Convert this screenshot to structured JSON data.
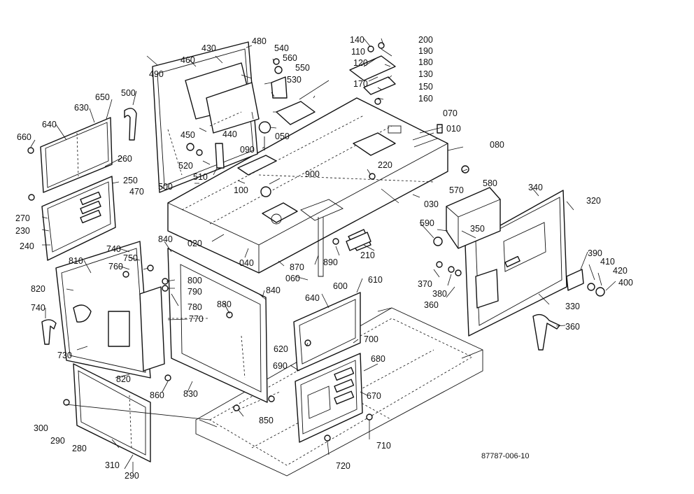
{
  "diagram": {
    "drawing_code": "87787-006-10",
    "callouts": [
      "010",
      "020",
      "030",
      "040",
      "050",
      "060",
      "070",
      "080",
      "090",
      "100",
      "110",
      "120",
      "130",
      "140",
      "150",
      "160",
      "170",
      "180",
      "190",
      "200",
      "210",
      "220",
      "230",
      "240",
      "250",
      "260",
      "270",
      "280",
      "290",
      "300",
      "310",
      "320",
      "330",
      "340",
      "350",
      "360",
      "370",
      "380",
      "390",
      "400",
      "410",
      "420",
      "430",
      "440",
      "450",
      "460",
      "470",
      "480",
      "490",
      "500",
      "510",
      "520",
      "530",
      "540",
      "550",
      "560",
      "570",
      "580",
      "590",
      "600",
      "610",
      "620",
      "630",
      "640",
      "650",
      "660",
      "670",
      "680",
      "690",
      "700",
      "710",
      "720",
      "730",
      "740",
      "750",
      "760",
      "770",
      "780",
      "790",
      "800",
      "810",
      "820",
      "830",
      "840",
      "850",
      "860",
      "870",
      "880",
      "890",
      "900"
    ]
  }
}
